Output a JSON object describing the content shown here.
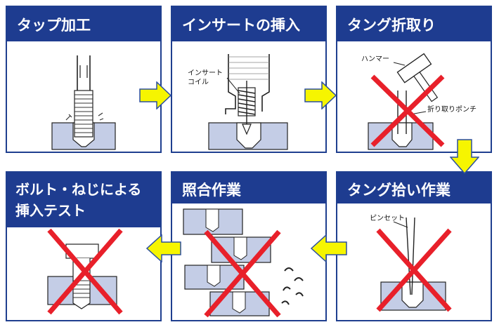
{
  "panels": [
    {
      "id": "tap",
      "title_lines": [
        "タップ加工"
      ]
    },
    {
      "id": "insert",
      "title_lines": [
        "インサートの挿入"
      ],
      "labels": {
        "coil": [
          "インサート",
          "コイル"
        ]
      }
    },
    {
      "id": "tang_break",
      "title_lines": [
        "タング折取り"
      ],
      "labels": {
        "hammer": "ハンマー",
        "punch": "折り取りポンチ"
      }
    },
    {
      "id": "tang_pick",
      "title_lines": [
        "タング拾い作業"
      ],
      "labels": {
        "tweezers": "ピンセット"
      }
    },
    {
      "id": "matching",
      "title_lines": [
        "照合作業"
      ]
    },
    {
      "id": "bolt_test",
      "title_lines": [
        "ボルト・ねじによる",
        "挿入テスト"
      ]
    }
  ],
  "colors": {
    "header": "#1e3c90",
    "arrow_fill": "#f6f500",
    "arrow_stroke": "#2c4fa0",
    "cross": "#e8202a",
    "block": "#c4cde6"
  }
}
